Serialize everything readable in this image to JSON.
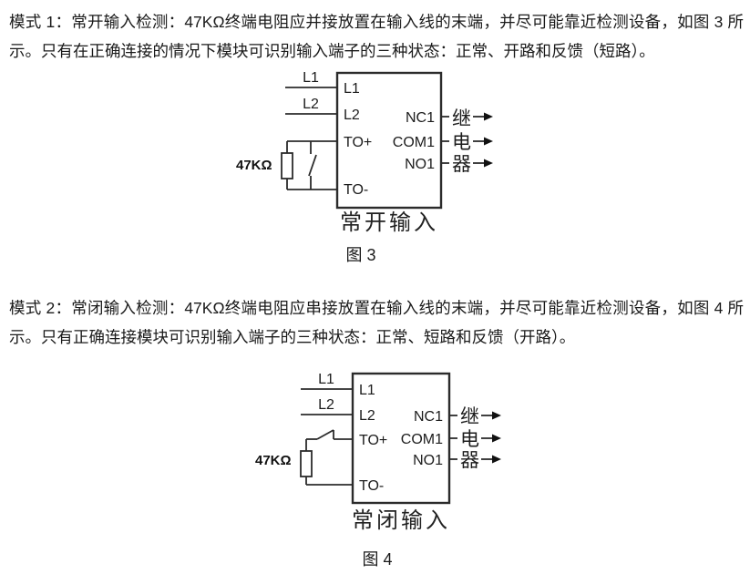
{
  "colors": {
    "background": "#ffffff",
    "text": "#1a1a1a",
    "line": "#2b2b2b"
  },
  "paragraphs": {
    "mode1": "模式 1：常开输入检测：47KΩ终端电阻应并接放置在输入线的末端，并尽可能靠近检测设备，如图 3 所示。只有在正确连接的情况下模块可识别输入端子的三种状态：正常、开路和反馈（短路）。",
    "mode2": "模式 2：常闭输入检测：47KΩ终端电阻应串接放置在输入线的末端，并尽可能靠近检测设备，如图 4 所示。只有正确连接模块可识别输入端子的三种状态：正常、短路和反馈（开路）。"
  },
  "figure3": {
    "wire_labels": {
      "l1": "L1",
      "l2": "L2"
    },
    "terminals": {
      "l1": "L1",
      "l2": "L2",
      "to_plus": "TO+",
      "to_minus": "TO-"
    },
    "outputs": {
      "nc1": "NC1",
      "com1": "COM1",
      "no1": "NO1"
    },
    "relay": {
      "char1": "继",
      "char2": "电",
      "char3": "器"
    },
    "resistor": "47KΩ",
    "mode_label": "常开输入",
    "caption": "图 3"
  },
  "figure4": {
    "wire_labels": {
      "l1": "L1",
      "l2": "L2"
    },
    "terminals": {
      "l1": "L1",
      "l2": "L2",
      "to_plus": "TO+",
      "to_minus": "TO-"
    },
    "outputs": {
      "nc1": "NC1",
      "com1": "COM1",
      "no1": "NO1"
    },
    "relay": {
      "char1": "继",
      "char2": "电",
      "char3": "器"
    },
    "resistor": "47KΩ",
    "mode_label": "常闭输入",
    "caption": "图 4"
  }
}
